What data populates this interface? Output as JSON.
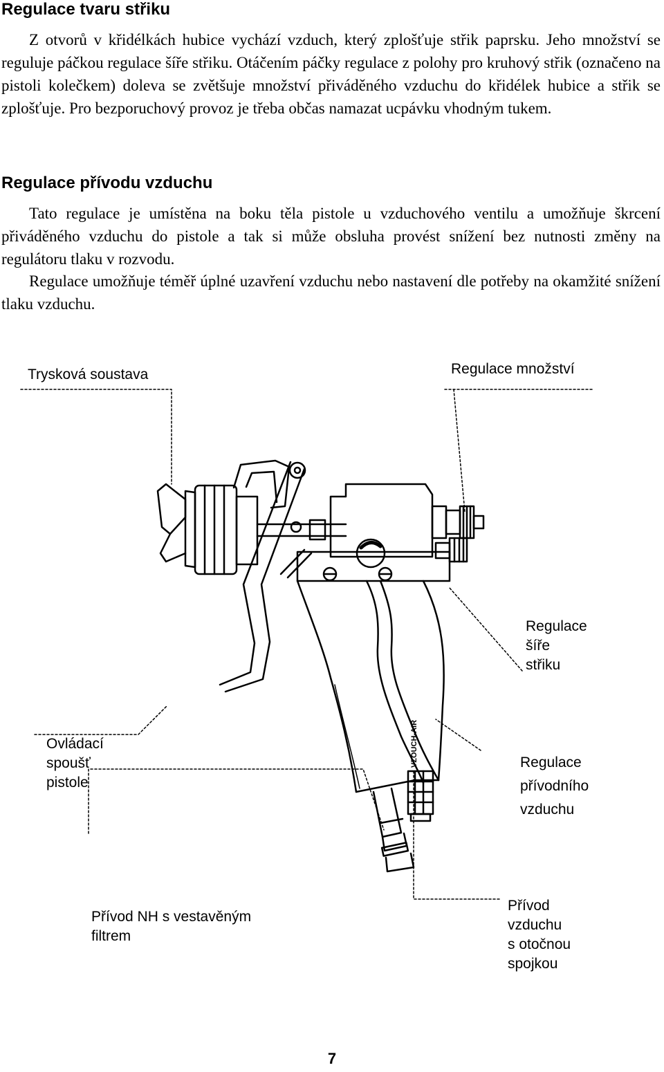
{
  "section1": {
    "heading": "Regulace tvaru střiku",
    "paragraph": "Z otvorů v křidélkách hubice vychází vzduch, který zplošťuje střik paprsku. Jeho množství se reguluje páčkou regulace šíře střiku. Otáčením páčky regulace z polohy pro kruhový střik (označeno na pistoli kolečkem) doleva se zvětšuje množství přiváděného vzduchu do křidélek hubice a střik se zplošťuje. Pro bezporuchový provoz je  třeba občas namazat ucpávku vhodným tukem."
  },
  "section2": {
    "heading": "Regulace přívodu vzduchu",
    "paragraph1": "Tato regulace je umístěna na boku těla pistole u vzduchového ventilu a umožňuje škrcení přiváděného vzduchu do pistole a  tak si může obsluha provést snížení bez nutnosti změny na regulátoru tlaku v rozvodu.",
    "paragraph2": "Regulace umožňuje téměř úplné uzavření vzduchu nebo nastavení dle potřeby na okamžité snížení tlaku vzduchu."
  },
  "figure": {
    "labels": {
      "nozzle_assembly": "Trysková soustava",
      "quantity_control": "Regulace množství",
      "spray_width": [
        "Regulace",
        "šíře",
        "střiku"
      ],
      "trigger": [
        "Ovládací",
        "spoušť",
        "pistole"
      ],
      "air_supply_control": [
        "Regulace",
        "přívodního",
        "vzduchu"
      ],
      "paint_inlet": [
        "Přívod NH s vestavěným",
        "filtrem"
      ],
      "air_inlet": [
        "Přívod",
        "vzduchu",
        "s otočnou",
        "spojkou"
      ]
    },
    "brand_text": "VZOUCH-AIR"
  },
  "page_number": "7"
}
